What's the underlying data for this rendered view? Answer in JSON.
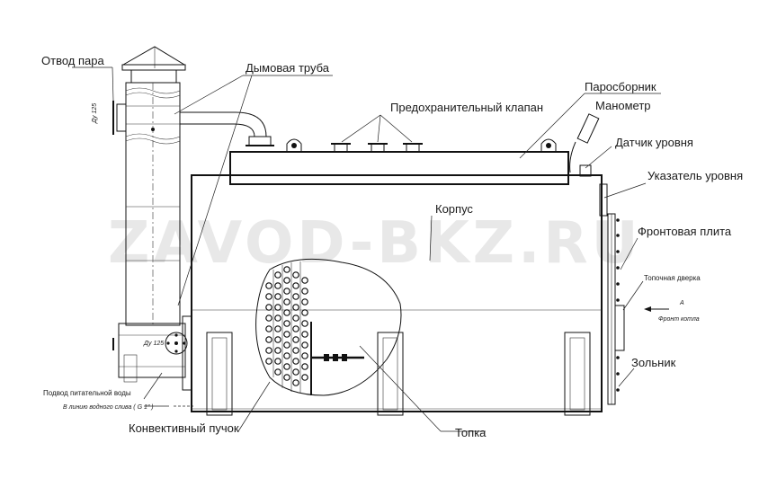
{
  "watermark": "ZAVOD-BKZ.RU",
  "labels": {
    "steam_outlet": "Отвод пара",
    "chimney": "Дымовая труба",
    "safety_valve": "Предохранительный клапан",
    "steam_drum": "Паросборник",
    "pressure_gauge": "Манометр",
    "level_sensor": "Датчик уровня",
    "level_indicator": "Указатель уровня",
    "body": "Корпус",
    "front_plate": "Фронтовая плита",
    "fire_door": "Топочная дверка",
    "ash_pit": "Зольник",
    "furnace": "Топка",
    "convective_bundle": "Конвективный пучок",
    "feedwater_inlet": "Подвод питательной воды",
    "drain_line": "В линию водного слива ( G 1\" )",
    "nominal_bore_top": "Ду 125",
    "nominal_bore_bottom": "Ду 125",
    "boiler_front_arrow": "Фронт котла",
    "view_mark": "А"
  },
  "colors": {
    "line": "#111111",
    "watermark": "#e8e8e8",
    "background": "#ffffff"
  }
}
